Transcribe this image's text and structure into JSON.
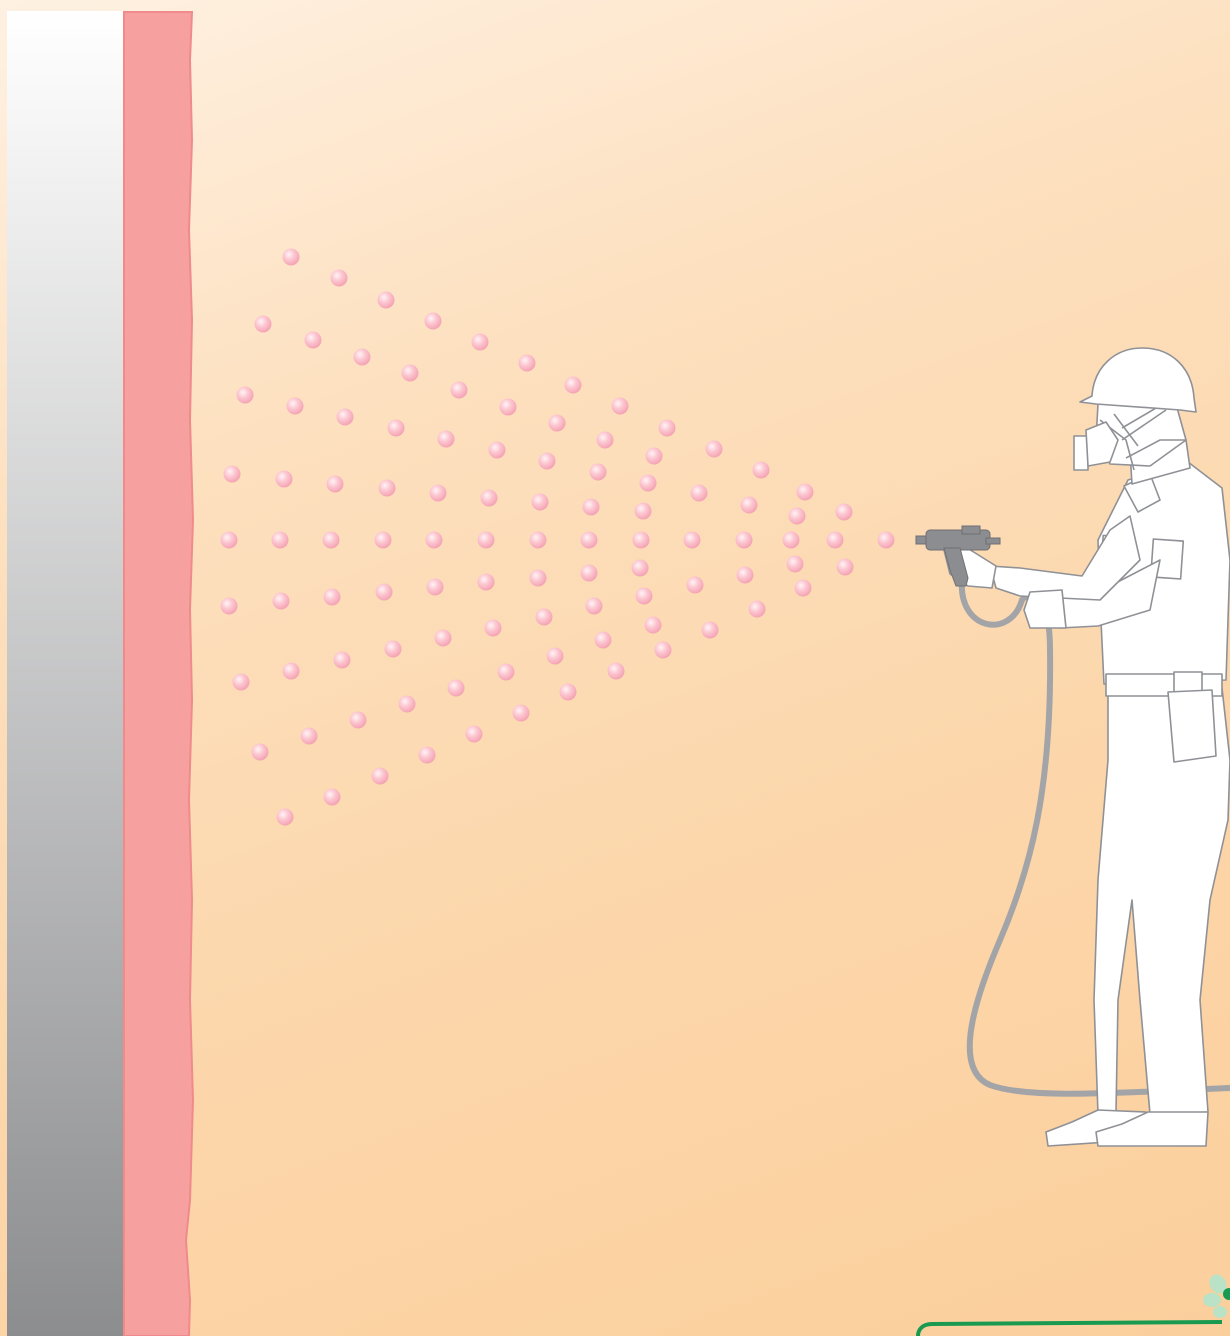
{
  "scene": {
    "wall": {
      "substrate_gradient": [
        "#ffffff",
        "#8c8d8f"
      ],
      "coating_color": "#f6a1a0",
      "coating_edge_color": "#f08a8c"
    },
    "spray": {
      "droplet_color": "#fbb8c4",
      "droplet_highlight": "#fff4f6",
      "shading": "radial-gradient"
    },
    "worker": {
      "outline_color": "#8f9196",
      "fill_color": "#ffffff",
      "hose_color": "#a3a4a8",
      "gun_color": "#8c8d91",
      "gear": [
        "helmet",
        "respirator-mask",
        "spray-gun",
        "hose",
        "coveralls"
      ]
    },
    "badge": {
      "icon": "leaf-icon",
      "accent_color": "#1a9a50",
      "leaf_color": "#b9e2c6",
      "text": ""
    }
  }
}
